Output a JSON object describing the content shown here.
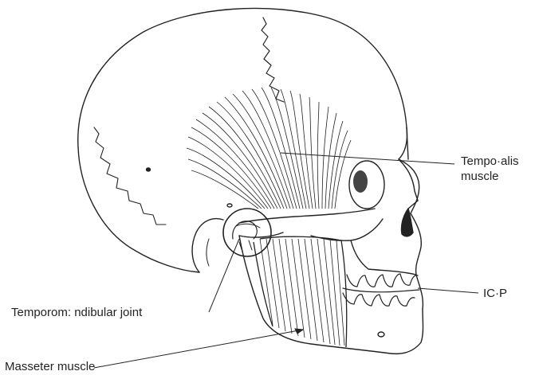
{
  "labels": {
    "temporalis_line1": "Tempo·alis",
    "temporalis_line2": "muscle",
    "icp": "IC·P",
    "tmj": "Temporom: ndibular joint",
    "masseter": "Masseter muscle"
  },
  "colors": {
    "ink": "#222222",
    "background": "#ffffff"
  }
}
